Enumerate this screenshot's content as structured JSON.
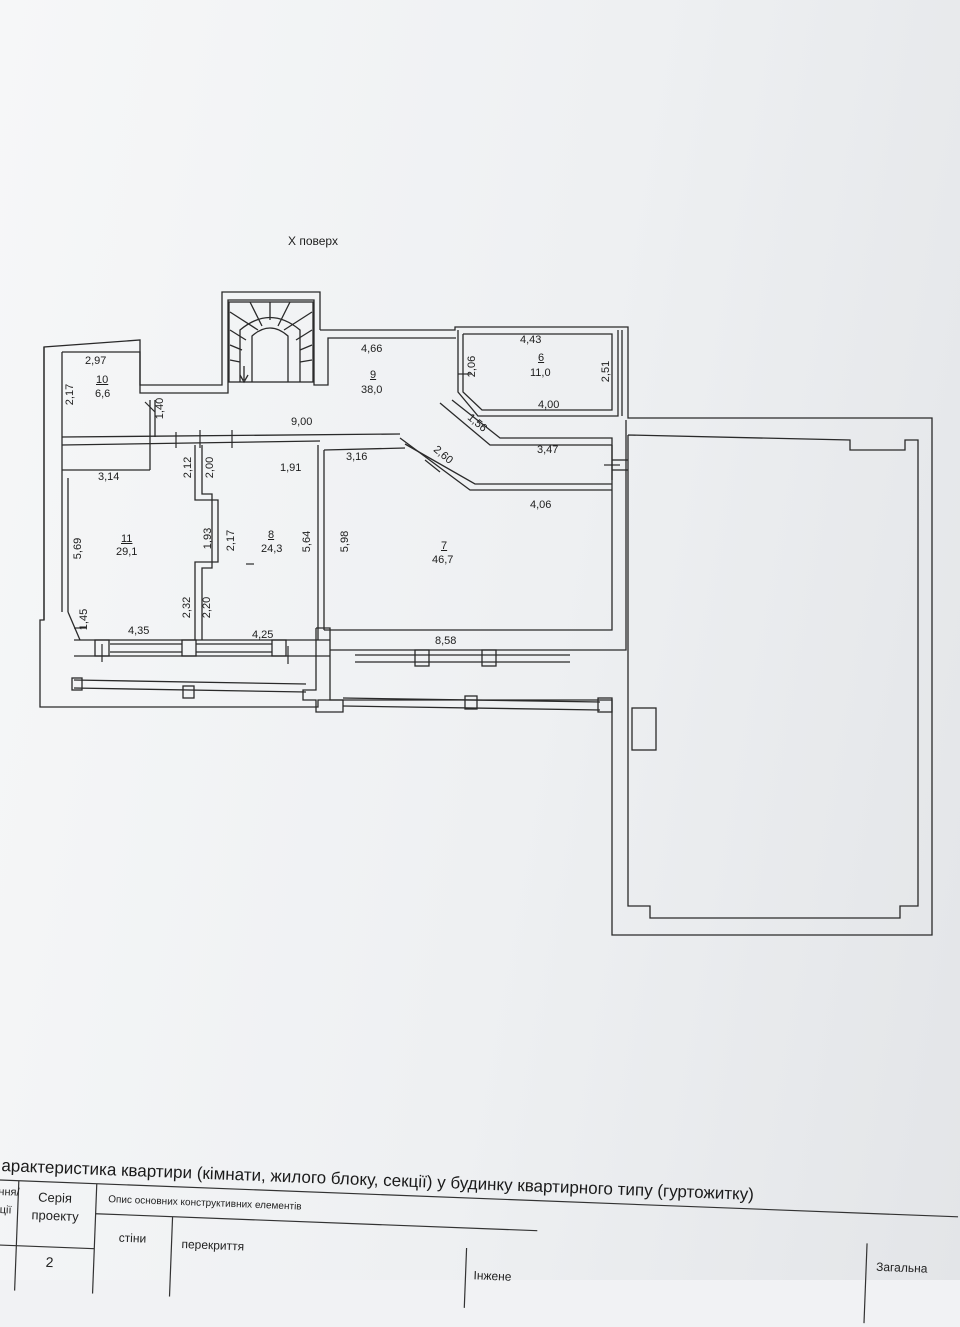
{
  "floor_label": "X поверх",
  "rooms": [
    {
      "id": "r10",
      "number": "10",
      "area": "6,6"
    },
    {
      "id": "r9",
      "number": "9",
      "area": "38,0"
    },
    {
      "id": "r6",
      "number": "6",
      "area": "11,0"
    },
    {
      "id": "r11",
      "number": "11",
      "area": "29,1"
    },
    {
      "id": "r8",
      "number": "8",
      "area": "24,3"
    },
    {
      "id": "r7",
      "number": "7",
      "area": "46,7"
    }
  ],
  "dimensions": {
    "d297": "2,97",
    "d217a": "2,17",
    "d140": "1,40",
    "d466": "4,66",
    "d443": "4,43",
    "d206": "2,06",
    "d251": "2,51",
    "d400": "4,00",
    "d156": "1,56",
    "d347": "3,47",
    "d900": "9,00",
    "d260": "2,60",
    "d316": "3,16",
    "d191": "1,91",
    "d212": "2,12",
    "d200": "2,00",
    "d314": "3,14",
    "d406": "4,06",
    "d569": "5,69",
    "d193": "1,93",
    "d217b": "2,17",
    "d564": "5,64",
    "d598": "5,98",
    "d232": "2,32",
    "d220": "2,20",
    "d145": "1,45",
    "d435": "4,35",
    "d425": "4,25",
    "d858": "8,58"
  },
  "title_block": {
    "heading": "арактеристика квартири (кімнати, жилого блоку, секції) у будинку квартирного типу (гуртожитку)",
    "col_a_top": "ння/",
    "col_a_bottom": "ції",
    "col_series": "Серія",
    "col_series2": "проекту",
    "col_series_value": "2",
    "col_description": "Опис основних конструктивних елементів",
    "col_walls": "стіни",
    "col_ceilings": "перекриття",
    "col_engineering": "Інжене",
    "col_total": "Загальна"
  }
}
